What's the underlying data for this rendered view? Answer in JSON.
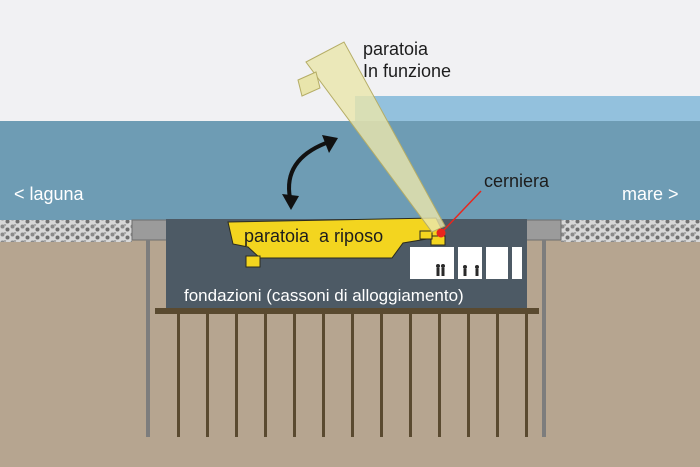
{
  "labels": {
    "gate_working_line1": "paratoia",
    "gate_working_line2": "In funzione",
    "hinge": "cerniera",
    "lagoon": "< laguna",
    "sea": "mare >",
    "gate_resting": "paratoia  a riposo",
    "foundations": "fondazioni (cassoni di alloggiamento)"
  },
  "colors": {
    "sky": "#f1f1f3",
    "sea_high": "#93c1dd",
    "water": "#6e9cb4",
    "ground": "#b6a590",
    "caisson": "#4d5a65",
    "gate_resting": "#f3d51f",
    "gate_working": "#e9e5ac",
    "hinge": "#e8261e",
    "arrow": "#111111",
    "pile": "#5a4a30"
  },
  "icons": {
    "rotation": "double-headed-curved-arrow-icon",
    "hinge": "hinge-dot-icon",
    "people": "person-figures-icon"
  }
}
